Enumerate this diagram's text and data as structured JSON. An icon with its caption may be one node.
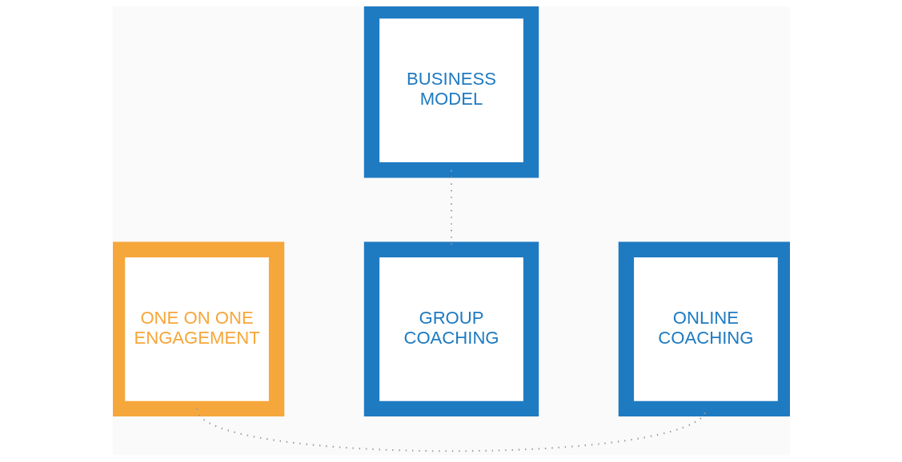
{
  "diagram": {
    "nodes": [
      {
        "text": [
          "BUSINESS MODEL"
        ]
      },
      {
        "text": [
          "ONE ON ONE ENGAGEMENT"
        ]
      },
      {
        "text": [
          "GROUP COACHING"
        ]
      },
      {
        "text": [
          "ONLINE COACHING"
        ]
      }
    ],
    "edges": [
      {
        "from": 0,
        "to": 2,
        "arrow": "none"
      },
      {
        "from": 1,
        "to": 3,
        "arrow": "none"
      }
    ]
  }
}
